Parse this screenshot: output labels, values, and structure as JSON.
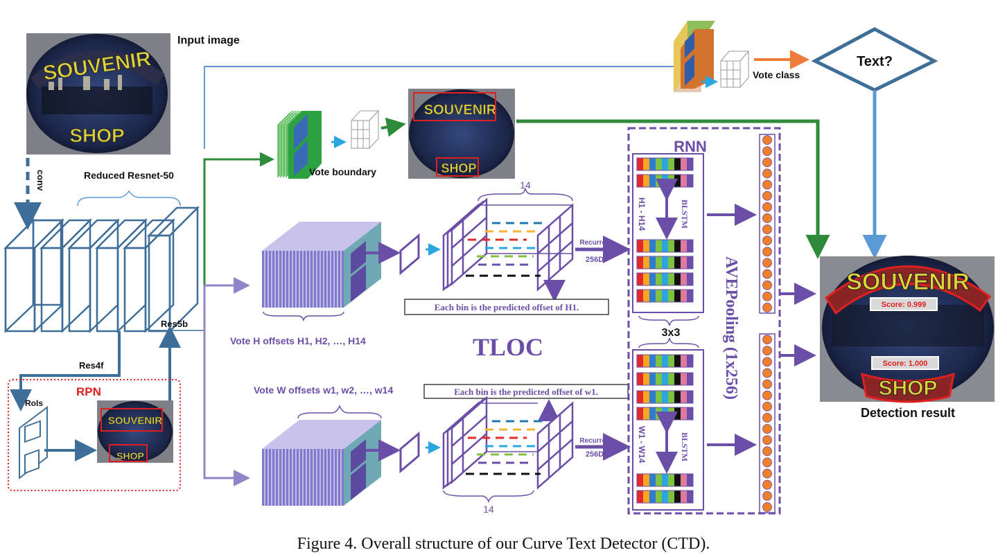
{
  "labels": {
    "input_image": "Input image",
    "conv": "conv",
    "reduced_resnet": "Reduced Resnet-50",
    "res5b": "Res5b",
    "res4f": "Res4f",
    "rpn": "RPN",
    "rois": "RoIs",
    "vote_boundary": "Vote boundary",
    "vote_class": "Vote class",
    "text_q": "Text?",
    "rnn": "RNN",
    "h_range": "H1 - H14",
    "w_range": "W1 - W14",
    "blstm": "BLSTM",
    "three_by_three": "3x3",
    "avepooling": "AVEPooling (1x256)",
    "recurrent": "Recurrent",
    "recurrent_dim": "256D",
    "tloc": "TLOC",
    "vote_h": "Vote H offsets H1, H2, …, H14",
    "vote_w": "Vote W offsets w1, w2, …, w14",
    "bin_h": "Each bin is the predicted offset of H1.",
    "bin_w": "Each bin is the predicted offset of w1.",
    "dim_14": "14",
    "score_top": "Score: 0.999",
    "score_bottom": "Score: 1.000",
    "detection_result": "Detection result",
    "souvenir": "SOUVENIR",
    "shop": "SHOP"
  },
  "caption": "Figure 4. Overall structure of our Curve Text Detector (CTD).",
  "colors": {
    "steel": "#3f6f98",
    "purple": "#6b4ea8",
    "green": "#2e8b3a",
    "light_blue": "#5b9bd5",
    "orange": "#ee7d3a",
    "red": "#e02020"
  }
}
